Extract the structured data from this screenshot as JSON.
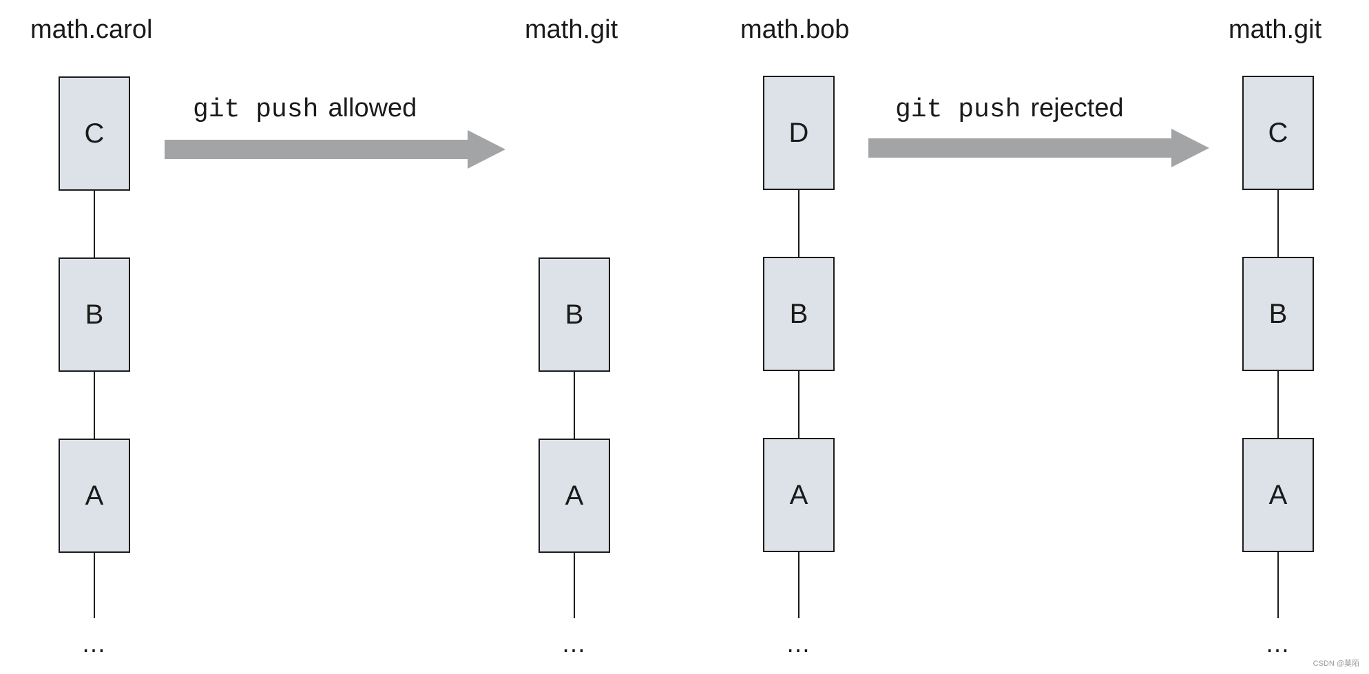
{
  "repos": [
    {
      "title": "math.carol",
      "commits": [
        "C",
        "B",
        "A"
      ],
      "ellipsis": "…"
    },
    {
      "title": "math.git",
      "commits": [
        "B",
        "A"
      ],
      "ellipsis": "…"
    },
    {
      "title": "math.bob",
      "commits": [
        "D",
        "B",
        "A"
      ],
      "ellipsis": "…"
    },
    {
      "title": "math.git",
      "commits": [
        "C",
        "B",
        "A"
      ],
      "ellipsis": "…"
    }
  ],
  "pushes": [
    {
      "command": "git push",
      "result": "allowed"
    },
    {
      "command": "git push",
      "result": "rejected"
    }
  ],
  "colors": {
    "commit_fill": "#dde2e8",
    "border": "#1b1b1b",
    "arrow": "#a3a4a6"
  },
  "watermark": "CSDN @莫陌"
}
